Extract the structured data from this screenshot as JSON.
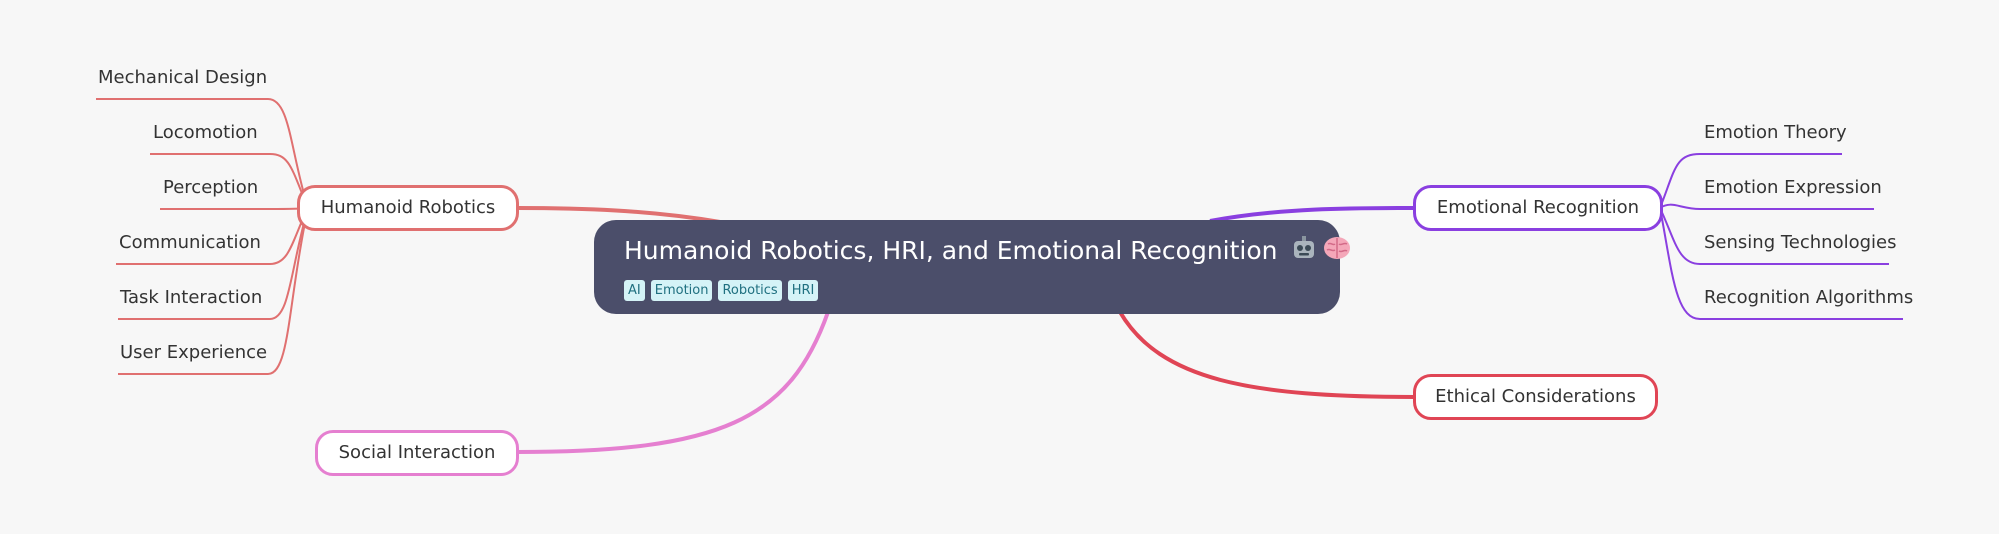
{
  "central": {
    "title": "Humanoid Robotics, HRI, and Emotional Recognition",
    "emoji": [
      "robot-face",
      "brain"
    ],
    "tags": [
      "AI",
      "Emotion",
      "Robotics",
      "HRI"
    ]
  },
  "branches": {
    "humanoid": {
      "label": "Humanoid Robotics",
      "color": "#e07070",
      "children": [
        "Mechanical Design",
        "Locomotion",
        "Perception",
        "Communication",
        "Task Interaction",
        "User Experience"
      ]
    },
    "social": {
      "label": "Social Interaction",
      "color": "#e57fd0"
    },
    "emotional": {
      "label": "Emotional Recognition",
      "color": "#8a3fe0",
      "children": [
        "Emotion Theory",
        "Emotion Expression",
        "Sensing Technologies",
        "Recognition Algorithms"
      ]
    },
    "ethical": {
      "label": "Ethical Considerations",
      "color": "#e04555"
    }
  }
}
